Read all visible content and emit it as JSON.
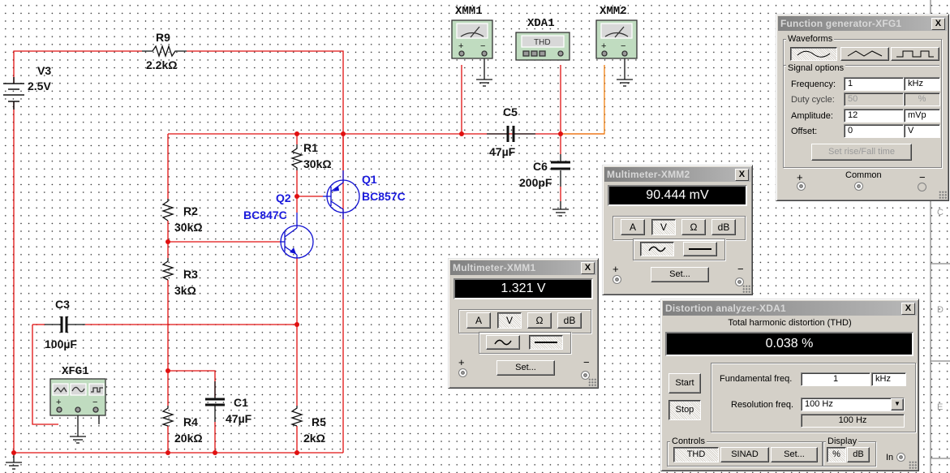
{
  "schematic": {
    "components": [
      {
        "ref": "V3",
        "value": "2.5V",
        "type": "battery"
      },
      {
        "ref": "R9",
        "value": "2.2kΩ",
        "type": "resistor"
      },
      {
        "ref": "R1",
        "value": "30kΩ",
        "type": "resistor"
      },
      {
        "ref": "R2",
        "value": "30kΩ",
        "type": "resistor"
      },
      {
        "ref": "R3",
        "value": "3kΩ",
        "type": "resistor"
      },
      {
        "ref": "R4",
        "value": "20kΩ",
        "type": "resistor"
      },
      {
        "ref": "R5",
        "value": "2kΩ",
        "type": "resistor"
      },
      {
        "ref": "C1",
        "value": "47µF",
        "type": "capacitor"
      },
      {
        "ref": "C3",
        "value": "100µF",
        "type": "capacitor"
      },
      {
        "ref": "C5",
        "value": "47µF",
        "type": "capacitor"
      },
      {
        "ref": "C6",
        "value": "200pF",
        "type": "capacitor"
      },
      {
        "ref": "Q1",
        "value": "BC857C",
        "type": "pnp"
      },
      {
        "ref": "Q2",
        "value": "BC847C",
        "type": "npn"
      }
    ],
    "instruments": {
      "xmm1": {
        "label": "XMM1",
        "plus": "+",
        "minus": "−"
      },
      "xmm2": {
        "label": "XMM2",
        "plus": "+",
        "minus": "−"
      },
      "xda1": {
        "label": "XDA1",
        "screen": "THD"
      },
      "xfg1": {
        "label": "XFG1",
        "plus": "+",
        "minus": "−"
      }
    },
    "border_letters": [
      "C",
      "D",
      "E"
    ],
    "colors": {
      "wire": "#e01010",
      "wire_orange": "#f08010",
      "transistor": "#1010d0",
      "instrument_body": "#c0dcc0"
    }
  },
  "function_generator": {
    "title": "Function generator-XFG1",
    "close": "X",
    "waveforms_label": "Waveforms",
    "waveforms": [
      {
        "name": "sine",
        "selected": true
      },
      {
        "name": "triangle",
        "selected": false
      },
      {
        "name": "square",
        "selected": false
      }
    ],
    "signal_options_label": "Signal options",
    "fields": [
      {
        "label": "Frequency:",
        "value": "1",
        "unit": "kHz",
        "disabled": false
      },
      {
        "label": "Duty cycle:",
        "value": "50",
        "unit": "%",
        "disabled": true
      },
      {
        "label": "Amplitude:",
        "value": "12",
        "unit": "mVp",
        "disabled": false
      },
      {
        "label": "Offset:",
        "value": "0",
        "unit": "V",
        "disabled": false
      }
    ],
    "rise_fall_button": "Set rise/Fall time",
    "terminals": {
      "plus": "+",
      "common": "Common",
      "minus": "−"
    }
  },
  "multimeter_xmm2": {
    "title": "Multimeter-XMM2",
    "close": "X",
    "reading": "90.444 mV",
    "modes": [
      "A",
      "V",
      "Ω",
      "dB"
    ],
    "selected_mode": "V",
    "coupling": "AC",
    "set_button": "Set...",
    "plus": "+",
    "minus": "−"
  },
  "multimeter_xmm1": {
    "title": "Multimeter-XMM1",
    "close": "X",
    "reading": "1.321 V",
    "modes": [
      "A",
      "V",
      "Ω",
      "dB"
    ],
    "selected_mode": "V",
    "coupling": "DC",
    "set_button": "Set...",
    "plus": "+",
    "minus": "−"
  },
  "distortion_analyzer": {
    "title": "Distortion analyzer-XDA1",
    "close": "X",
    "heading": "Total harmonic distortion (THD)",
    "reading": "0.038 %",
    "start": "Start",
    "stop": "Stop",
    "fundamental_label": "Fundamental freq.",
    "fundamental_value": "1",
    "fundamental_unit": "kHz",
    "resolution_label": "Resolution freq.",
    "resolution_value": "100 Hz",
    "resolution_display": "100 Hz",
    "controls_label": "Controls",
    "thd": "THD",
    "sinad": "SINAD",
    "set": "Set...",
    "display_label": "Display",
    "percent": "%",
    "db": "dB",
    "in_label": "In"
  }
}
